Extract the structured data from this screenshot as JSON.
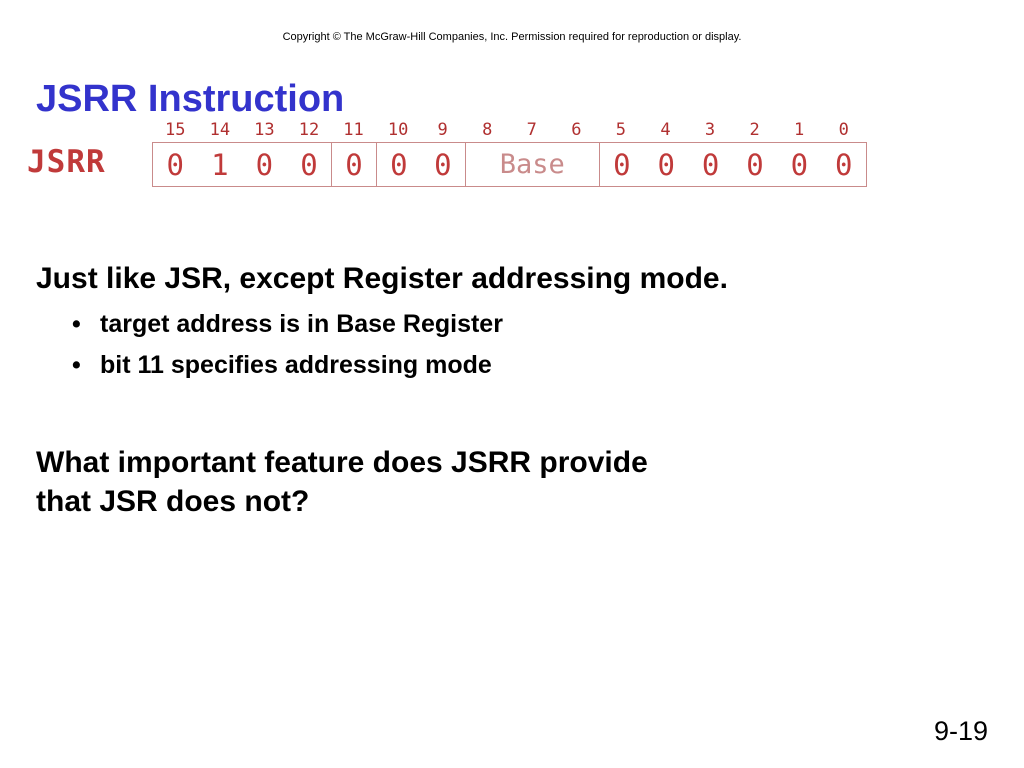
{
  "copyright": "Copyright © The McGraw-Hill Companies, Inc.  Permission required for reproduction or display.",
  "title": "JSRR Instruction",
  "instruction": {
    "opcode_name": "JSRR",
    "bit_numbers": [
      "15",
      "14",
      "13",
      "12",
      "11",
      "10",
      "9",
      "8",
      "7",
      "6",
      "5",
      "4",
      "3",
      "2",
      "1",
      "0"
    ],
    "fields": [
      {
        "bits": [
          "0",
          "1",
          "0",
          "0"
        ],
        "span": 4
      },
      {
        "bits": [
          "0"
        ],
        "span": 1
      },
      {
        "bits": [
          "0",
          "0"
        ],
        "span": 2
      },
      {
        "label": "Base",
        "span": 3
      },
      {
        "bits": [
          "0",
          "0",
          "0",
          "0",
          "0",
          "0"
        ],
        "span": 6
      }
    ]
  },
  "main_text": "Just like JSR, except Register addressing mode.",
  "bullets": [
    "target address is in Base Register",
    "bit 11 specifies addressing mode"
  ],
  "question": {
    "line1": "What important feature does JSRR provide",
    "line2": "that JSR does not?"
  },
  "slide_number": "9-19",
  "colors": {
    "title": "#3333cc",
    "encoding_text": "#c03a3a",
    "encoding_border": "#c98b8b"
  }
}
